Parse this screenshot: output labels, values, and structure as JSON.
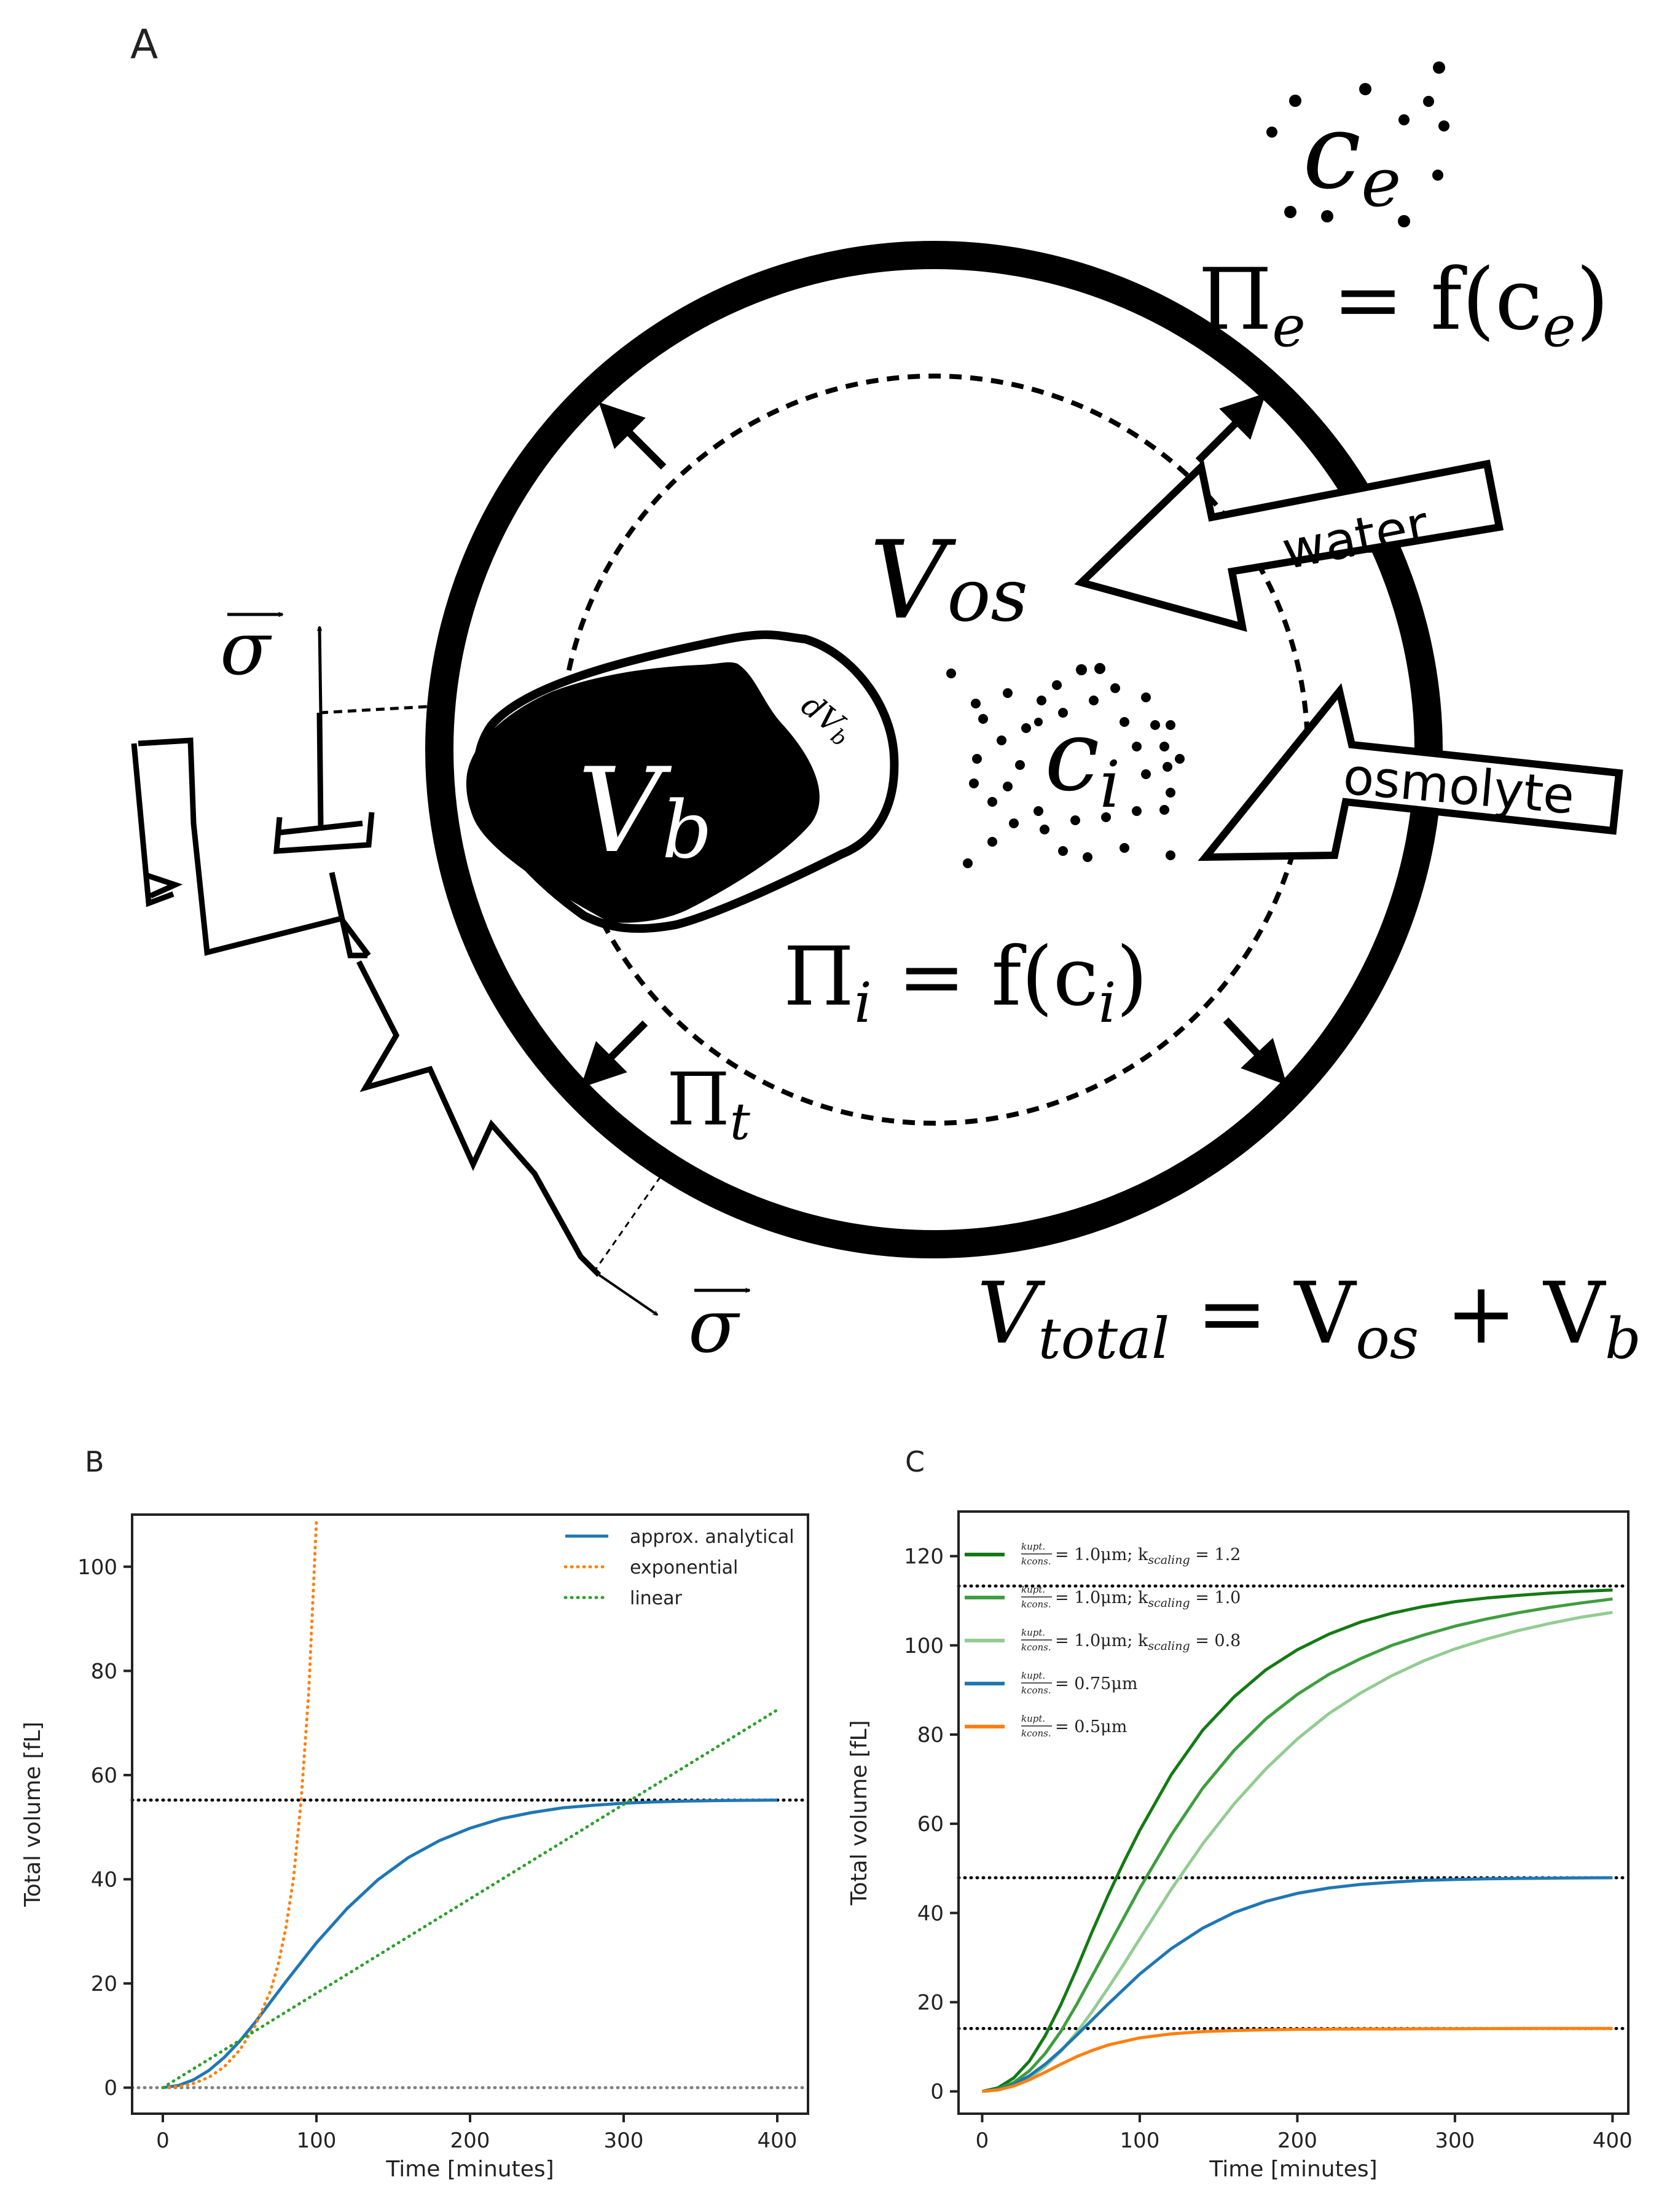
{
  "panel_a": {
    "letter": "A",
    "ce": {
      "main": "c",
      "sub": "e"
    },
    "pi_e": {
      "pi": "Π",
      "sub": "e",
      "rest": " = f(c",
      "sub2": "e",
      "close": ")"
    },
    "v_os": {
      "main": "V",
      "sub": "os"
    },
    "water": "water",
    "osmolyte": "osmolyte",
    "v_b": {
      "main": "V",
      "sub": "b"
    },
    "dv_b": {
      "main": "dV",
      "sub": "b"
    },
    "ci": {
      "main": "c",
      "sub": "i"
    },
    "pi_i": {
      "pi": "Π",
      "sub": "i",
      "rest": " = f(c",
      "sub2": "i",
      "close": ")"
    },
    "pi_t": {
      "pi": "Π",
      "sub": "t"
    },
    "sigma": "σ",
    "v_total": {
      "main": "V",
      "sub": "total",
      "eq": " = V",
      "sub2": "os",
      "plus": " + V",
      "sub3": "b"
    }
  },
  "chart_data": [
    {
      "panel": "B",
      "type": "line",
      "xlabel": "Time [minutes]",
      "ylabel": "Total volume [fL]",
      "xlim": [
        -20,
        420
      ],
      "ylim": [
        -5,
        110
      ],
      "xticks": [
        0,
        100,
        200,
        300,
        400
      ],
      "yticks": [
        0,
        20,
        40,
        60,
        80,
        100
      ],
      "legend_position": "top-right",
      "series": [
        {
          "name": "approx. analytical",
          "color": "#1f77b4",
          "style": "solid",
          "x": [
            0,
            10,
            20,
            30,
            40,
            50,
            60,
            70,
            80,
            100,
            120,
            140,
            160,
            180,
            200,
            220,
            240,
            260,
            280,
            300,
            320,
            340,
            360,
            380,
            400
          ],
          "y": [
            0,
            0.4,
            1.5,
            3.3,
            5.8,
            8.9,
            12.5,
            16.4,
            20.3,
            27.8,
            34.4,
            39.9,
            44.2,
            47.4,
            49.8,
            51.6,
            52.8,
            53.7,
            54.2,
            54.6,
            54.85,
            55.0,
            55.1,
            55.15,
            55.2
          ]
        },
        {
          "name": "exponential",
          "color": "#ff7f0e",
          "style": "dotted",
          "x": [
            0,
            10,
            20,
            30,
            40,
            50,
            60,
            70,
            75,
            80,
            85,
            90,
            95,
            100
          ],
          "y": [
            0,
            0.2,
            0.8,
            2.0,
            4.0,
            7.2,
            11.8,
            18.5,
            23.5,
            30.5,
            40.0,
            55.0,
            76.0,
            109.0
          ]
        },
        {
          "name": "linear",
          "color": "#2ca02c",
          "style": "dotted",
          "x": [
            0,
            400
          ],
          "y": [
            0,
            72.5
          ]
        }
      ],
      "hlines": [
        {
          "y": 55.2,
          "color": "#000000",
          "style": "dotted"
        },
        {
          "y": 0,
          "color": "#808080",
          "style": "dotted"
        }
      ]
    },
    {
      "panel": "C",
      "type": "line",
      "xlabel": "Time [minutes]",
      "ylabel": "Total volume [fL]",
      "xlim": [
        -15,
        410
      ],
      "ylim": [
        -5,
        130
      ],
      "xticks": [
        0,
        100,
        200,
        300,
        400
      ],
      "yticks": [
        0,
        20,
        40,
        60,
        80,
        100,
        120
      ],
      "legend_position": "top-left",
      "series": [
        {
          "name": "k_upt./k_cons. = 1.0μm; k_scaling = 1.2",
          "label_frac": {
            "num": "kupt.",
            "den": "kcons."
          },
          "label_rest": " = 1.0μm; k",
          "label_sub": "scaling",
          "label_end": " = 1.2",
          "color": "#137a13",
          "style": "solid",
          "x": [
            0,
            10,
            20,
            30,
            40,
            50,
            60,
            70,
            80,
            90,
            100,
            120,
            140,
            160,
            180,
            200,
            220,
            240,
            260,
            280,
            300,
            320,
            340,
            360,
            380,
            400
          ],
          "y": [
            0,
            0.8,
            3.0,
            6.8,
            12.5,
            19.5,
            27.5,
            36.0,
            44.0,
            51.5,
            58.5,
            71.0,
            81.0,
            88.5,
            94.5,
            99.0,
            102.5,
            105.2,
            107.2,
            108.7,
            109.8,
            110.6,
            111.2,
            111.7,
            112.1,
            112.4
          ]
        },
        {
          "name": "k_upt./k_cons. = 1.0μm; k_scaling = 1.0",
          "label_frac": {
            "num": "kupt.",
            "den": "kcons."
          },
          "label_rest": " = 1.0μm; k",
          "label_sub": "scaling",
          "label_end": " = 1.0",
          "color": "#3f9e3f",
          "style": "solid",
          "x": [
            0,
            10,
            20,
            30,
            40,
            50,
            60,
            70,
            80,
            90,
            100,
            120,
            140,
            160,
            180,
            200,
            220,
            240,
            260,
            280,
            300,
            320,
            340,
            360,
            380,
            400
          ],
          "y": [
            0,
            0.5,
            2.0,
            4.6,
            8.5,
            13.5,
            19.5,
            26.0,
            32.5,
            39.0,
            45.5,
            57.5,
            68.0,
            76.5,
            83.5,
            89.0,
            93.5,
            97.0,
            100.0,
            102.3,
            104.3,
            105.9,
            107.3,
            108.5,
            109.5,
            110.4
          ]
        },
        {
          "name": "k_upt./k_cons. = 1.0μm; k_scaling = 0.8",
          "label_frac": {
            "num": "kupt.",
            "den": "kcons."
          },
          "label_rest": " = 1.0μm; k",
          "label_sub": "scaling",
          "label_end": " = 0.8",
          "color": "#93cc93",
          "style": "solid",
          "x": [
            0,
            10,
            20,
            30,
            40,
            50,
            60,
            70,
            80,
            90,
            100,
            120,
            140,
            160,
            180,
            200,
            220,
            240,
            260,
            280,
            300,
            320,
            340,
            360,
            380,
            400
          ],
          "y": [
            0,
            0.3,
            1.3,
            3.0,
            5.6,
            9.0,
            13.2,
            18.0,
            23.2,
            28.6,
            34.2,
            45.3,
            55.5,
            64.5,
            72.3,
            79.0,
            84.7,
            89.3,
            93.2,
            96.5,
            99.2,
            101.4,
            103.3,
            104.9,
            106.3,
            107.4
          ]
        },
        {
          "name": "k_upt./k_cons. = 0.75μm",
          "label_frac": {
            "num": "kupt.",
            "den": "kcons."
          },
          "label_rest": " = 0.75μm",
          "label_sub": "",
          "label_end": "",
          "color": "#1f77b4",
          "style": "solid",
          "x": [
            0,
            10,
            20,
            30,
            40,
            50,
            60,
            70,
            80,
            100,
            120,
            140,
            160,
            180,
            200,
            220,
            240,
            260,
            280,
            300,
            320,
            340,
            360,
            380,
            400
          ],
          "y": [
            0,
            0.4,
            1.6,
            3.5,
            6.1,
            9.2,
            12.6,
            16.1,
            19.6,
            26.3,
            32.0,
            36.6,
            40.1,
            42.6,
            44.4,
            45.6,
            46.4,
            46.9,
            47.3,
            47.5,
            47.65,
            47.75,
            47.8,
            47.85,
            47.9
          ]
        },
        {
          "name": "k_upt./k_cons. = 0.5μm",
          "label_frac": {
            "num": "kupt.",
            "den": "kcons."
          },
          "label_rest": " = 0.5μm",
          "label_sub": "",
          "label_end": "",
          "color": "#ff7f0e",
          "style": "solid",
          "x": [
            0,
            10,
            20,
            30,
            40,
            50,
            60,
            70,
            80,
            100,
            120,
            140,
            160,
            180,
            200,
            220,
            240,
            260,
            280,
            300,
            350,
            400
          ],
          "y": [
            0,
            0.3,
            1.2,
            2.6,
            4.3,
            6.1,
            7.8,
            9.2,
            10.4,
            12.0,
            12.9,
            13.4,
            13.65,
            13.8,
            13.9,
            13.95,
            14.0,
            14.0,
            14.05,
            14.05,
            14.1,
            14.1
          ]
        }
      ],
      "hlines": [
        {
          "y": 113.3,
          "color": "#000000",
          "style": "dotted"
        },
        {
          "y": 47.9,
          "color": "#000000",
          "style": "dotted"
        },
        {
          "y": 14.1,
          "color": "#000000",
          "style": "dotted"
        }
      ]
    }
  ]
}
